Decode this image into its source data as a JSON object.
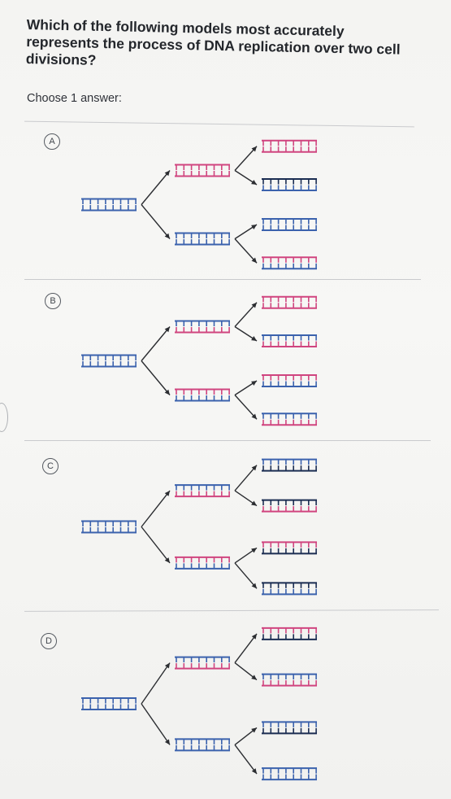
{
  "question": "Which of the following models most accurately represents the process of DNA replication over two cell divisions?",
  "prompt": "Choose 1 answer:",
  "colors": {
    "blue": "#3b62ad",
    "pink": "#d0457f",
    "dark": "#1b2d52",
    "arrow": "#2b2d31"
  },
  "options": [
    {
      "letter": "A",
      "parent": [
        "blue",
        "blue"
      ],
      "gen1": [
        [
          "pink",
          "pink"
        ],
        [
          "blue",
          "blue"
        ]
      ],
      "gen2": [
        [
          "pink",
          "pink"
        ],
        [
          "dark",
          "blue"
        ],
        [
          "blue",
          "blue"
        ],
        [
          "pink",
          "blue"
        ]
      ]
    },
    {
      "letter": "B",
      "parent": [
        "blue",
        "blue"
      ],
      "gen1": [
        [
          "blue",
          "pink"
        ],
        [
          "pink",
          "blue"
        ]
      ],
      "gen2": [
        [
          "pink",
          "pink"
        ],
        [
          "blue",
          "pink"
        ],
        [
          "pink",
          "blue"
        ],
        [
          "blue",
          "pink"
        ]
      ]
    },
    {
      "letter": "C",
      "parent": [
        "blue",
        "blue"
      ],
      "gen1": [
        [
          "blue",
          "pink"
        ],
        [
          "pink",
          "blue"
        ]
      ],
      "gen2": [
        [
          "blue",
          "dark"
        ],
        [
          "dark",
          "pink"
        ],
        [
          "pink",
          "dark"
        ],
        [
          "dark",
          "blue"
        ]
      ]
    },
    {
      "letter": "D",
      "parent": [
        "blue",
        "blue"
      ],
      "gen1": [
        [
          "blue",
          "pink"
        ],
        [
          "blue",
          "blue"
        ]
      ],
      "gen2": [
        [
          "pink",
          "dark"
        ],
        [
          "blue",
          "pink"
        ],
        [
          "blue",
          "dark"
        ],
        [
          "blue",
          "blue"
        ]
      ]
    }
  ]
}
